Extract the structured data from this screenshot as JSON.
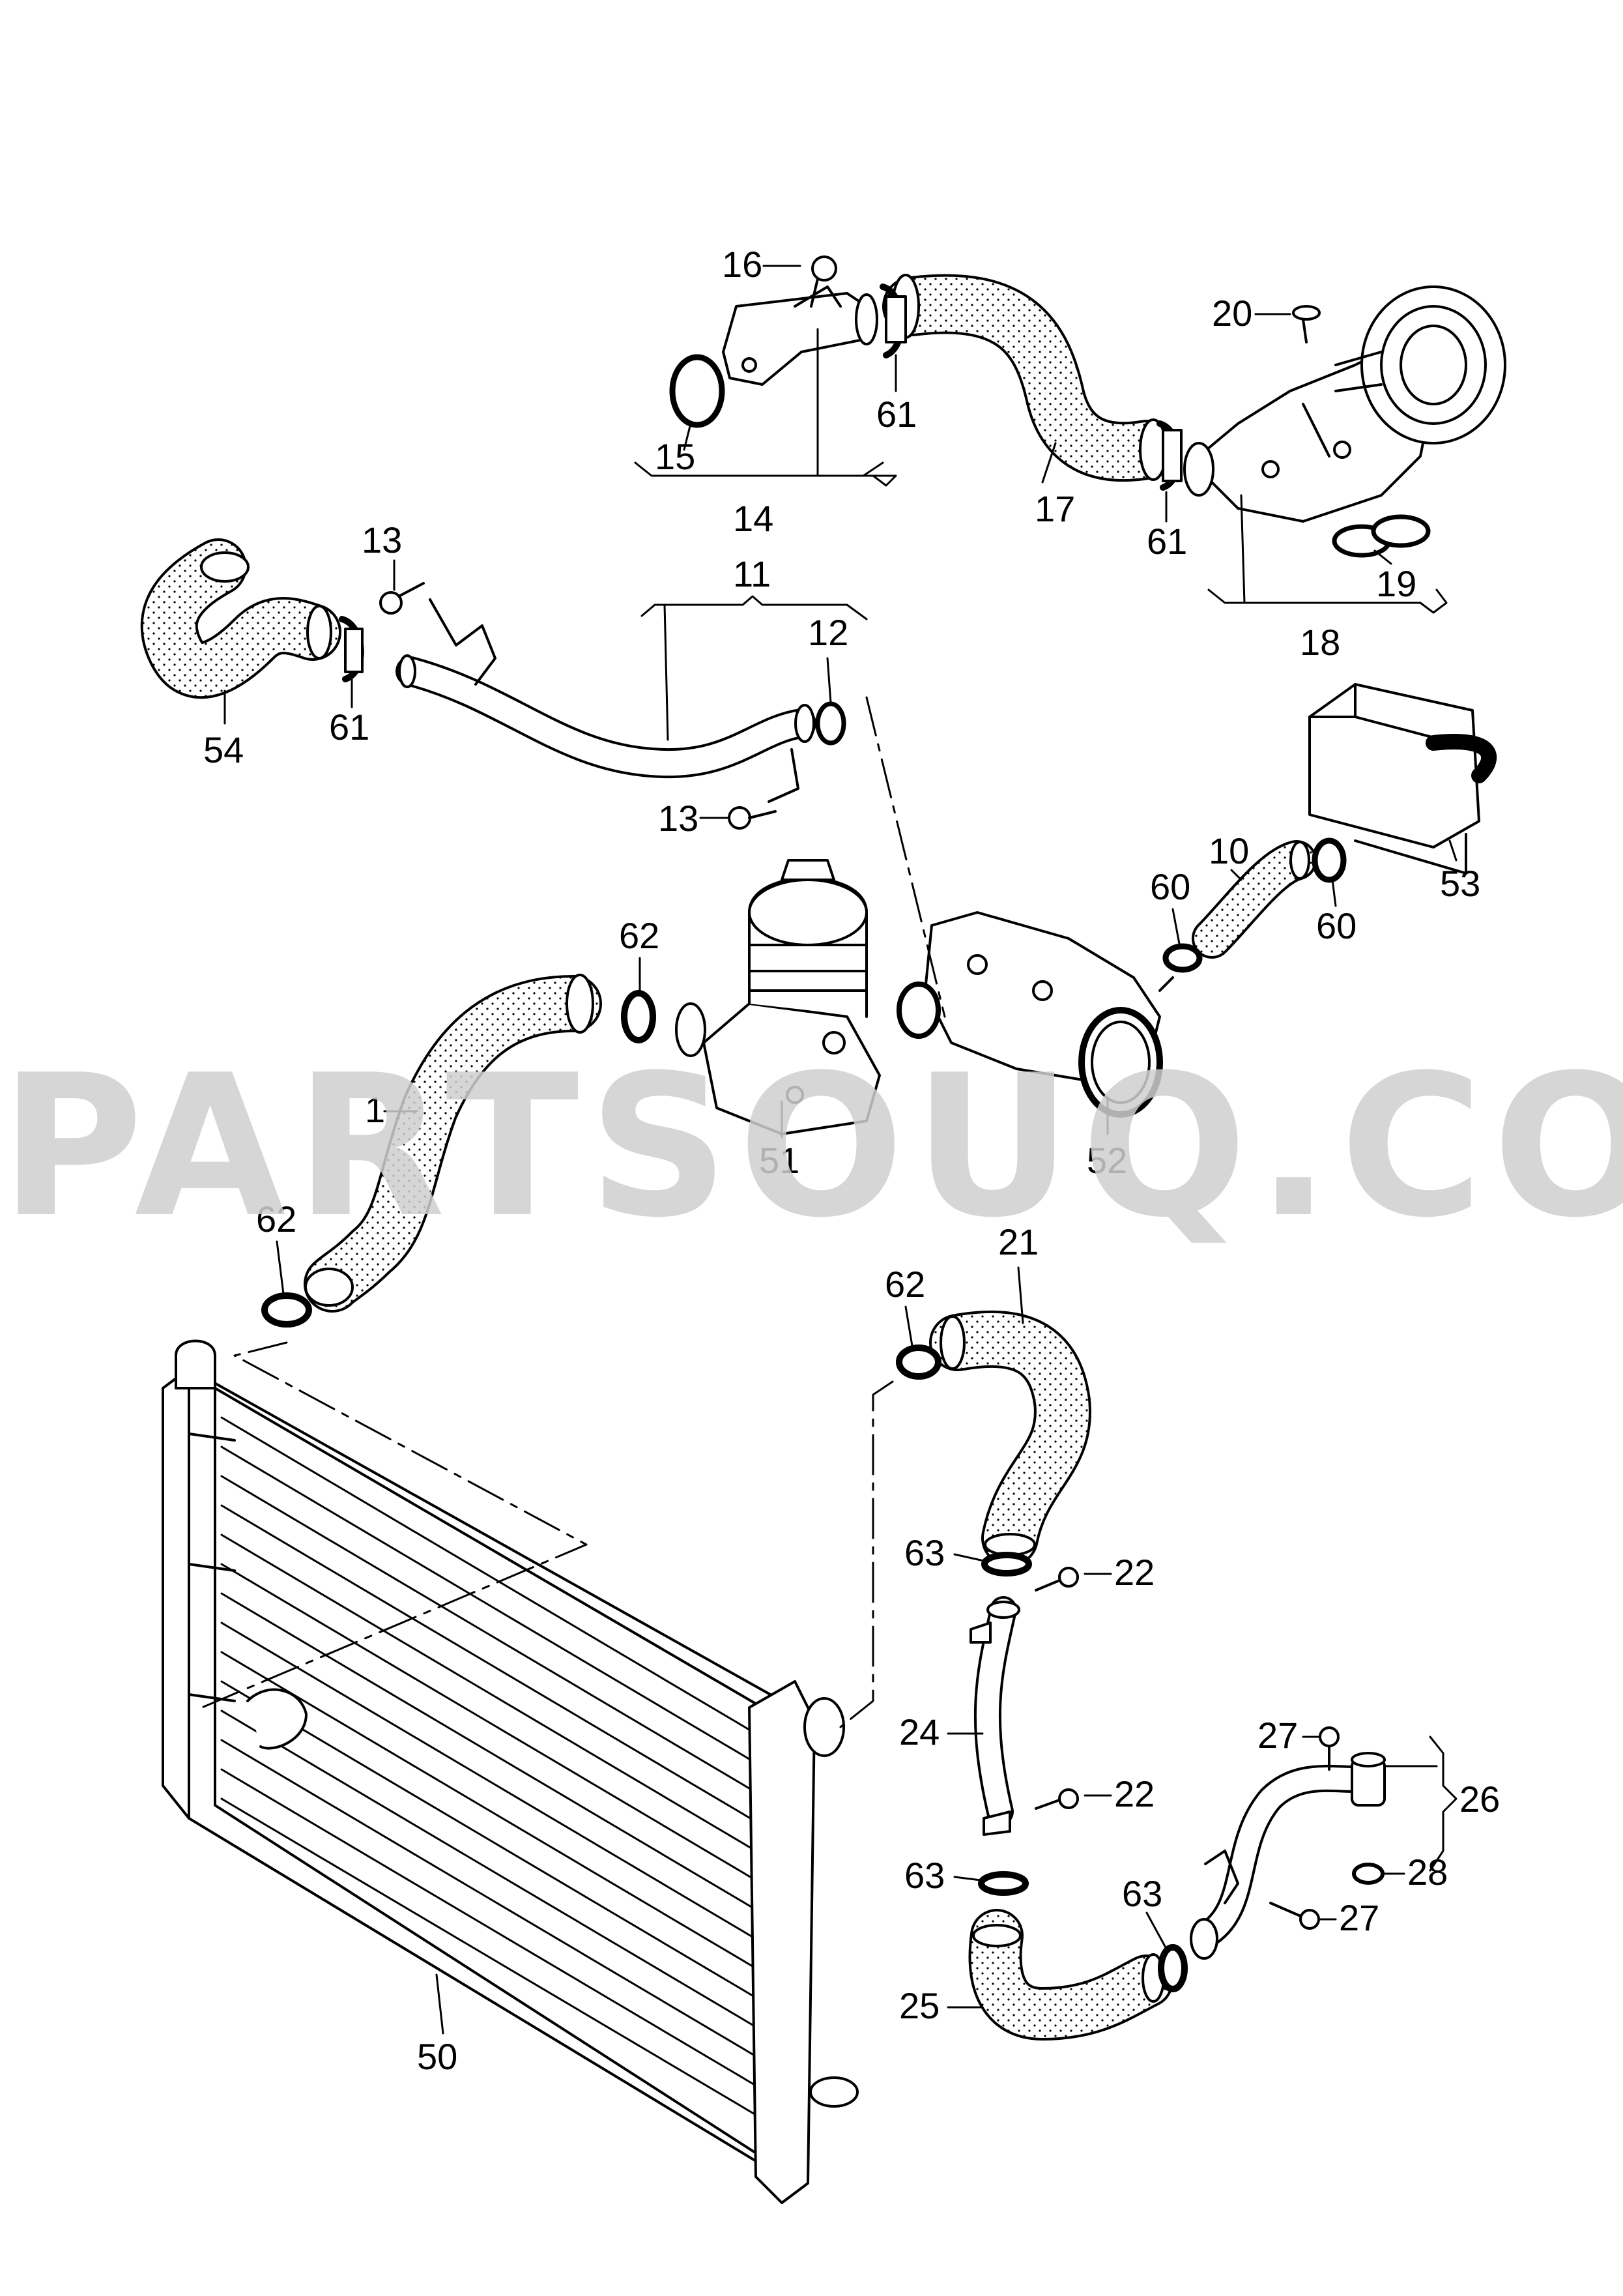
{
  "watermark": "PARTSOUQ.COM",
  "callouts": {
    "c1": "1",
    "c10": "10",
    "c11": "11",
    "c12": "12",
    "c13a": "13",
    "c13b": "13",
    "c14": "14",
    "c15": "15",
    "c16": "16",
    "c17": "17",
    "c18": "18",
    "c19": "19",
    "c20": "20",
    "c21": "21",
    "c22a": "22",
    "c22b": "22",
    "c24": "24",
    "c25": "25",
    "c26": "26",
    "c27a": "27",
    "c27b": "27",
    "c28": "28",
    "c50": "50",
    "c51": "51",
    "c52": "52",
    "c53": "53",
    "c54": "54",
    "c60a": "60",
    "c60b": "60",
    "c61a": "61",
    "c61b": "61",
    "c61c": "61",
    "c62a": "62",
    "c62b": "62",
    "c62c": "62",
    "c63a": "63",
    "c63b": "63",
    "c63c": "63"
  },
  "colors": {
    "line": "#000000",
    "hose_fill": "#ffffff",
    "watermark": "#cfcfcf"
  }
}
